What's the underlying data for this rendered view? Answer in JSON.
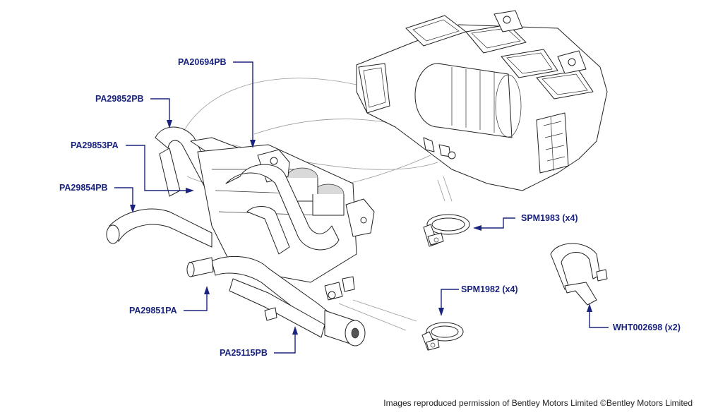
{
  "labels": {
    "pa20694pb": "PA20694PB",
    "pa29852pb": "PA29852PB",
    "pa29853pa": "PA29853PA",
    "pa29854pb": "PA29854PB",
    "pa29851pa": "PA29851PA",
    "pa25115pb": "PA25115PB",
    "spm1983": "SPM1983 (x4)",
    "spm1982": "SPM1982 (x4)",
    "wht002698": "WHT002698 (x2)"
  },
  "footer": {
    "copyright": "Images reproduced permission of Bentley Motors Limited ©Bentley Motors Limited"
  },
  "colors": {
    "label_text": "#1a237e",
    "callout_line": "#1a237e",
    "line_art": "#222222",
    "background": "#ffffff"
  }
}
